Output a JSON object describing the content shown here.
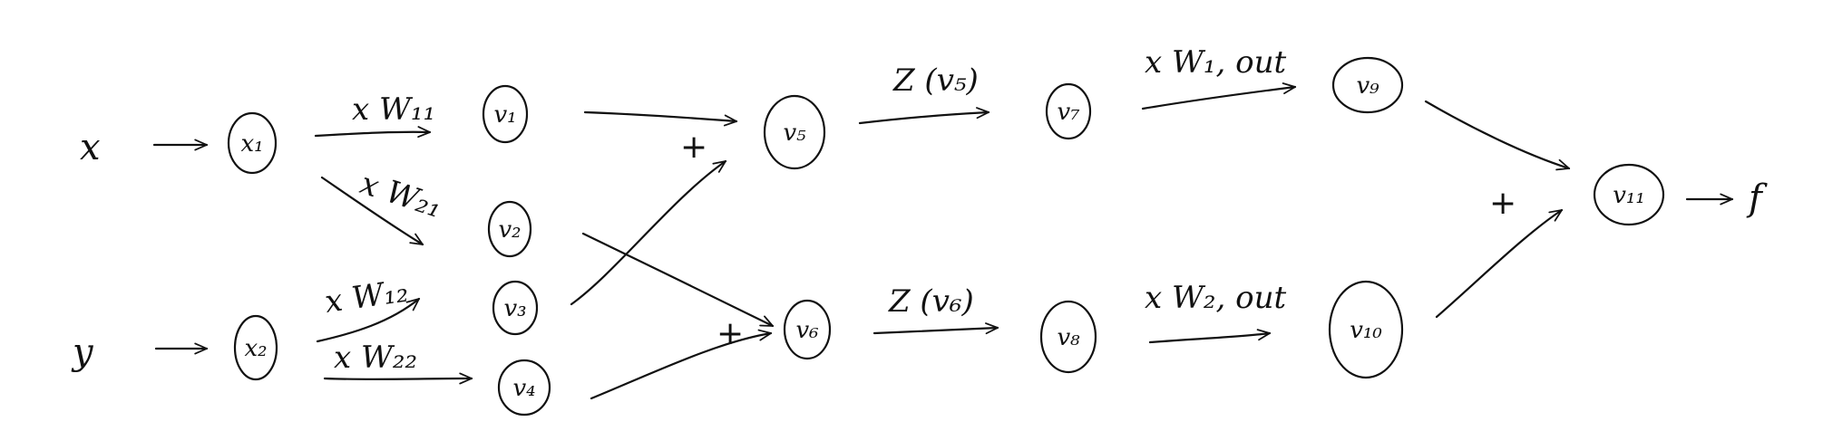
{
  "inputs": [
    {
      "id": "x",
      "label": "x"
    },
    {
      "id": "y",
      "label": "y"
    }
  ],
  "output": {
    "id": "f",
    "label": "f"
  },
  "nodes": [
    {
      "id": "x1",
      "label": "x₁"
    },
    {
      "id": "x2",
      "label": "x₂"
    },
    {
      "id": "v1",
      "label": "v₁"
    },
    {
      "id": "v2",
      "label": "v₂"
    },
    {
      "id": "v3",
      "label": "v₃"
    },
    {
      "id": "v4",
      "label": "v₄"
    },
    {
      "id": "v5",
      "label": "v₅"
    },
    {
      "id": "v6",
      "label": "v₆"
    },
    {
      "id": "v7",
      "label": "v₇"
    },
    {
      "id": "v8",
      "label": "v₈"
    },
    {
      "id": "v9",
      "label": "v₉"
    },
    {
      "id": "v10",
      "label": "v₁₀"
    },
    {
      "id": "v11",
      "label": "v₁₁"
    }
  ],
  "edge_labels": {
    "w11": "x W₁₁",
    "w21": "x W₂₁",
    "w12": "x W₁₂",
    "w22": "x W₂₂",
    "z_v5": "Z (v₅)",
    "z_v6": "Z (v₆)",
    "w1out": "x W₁, out",
    "w2out": "x W₂, out"
  },
  "operators": {
    "plus": "+"
  }
}
